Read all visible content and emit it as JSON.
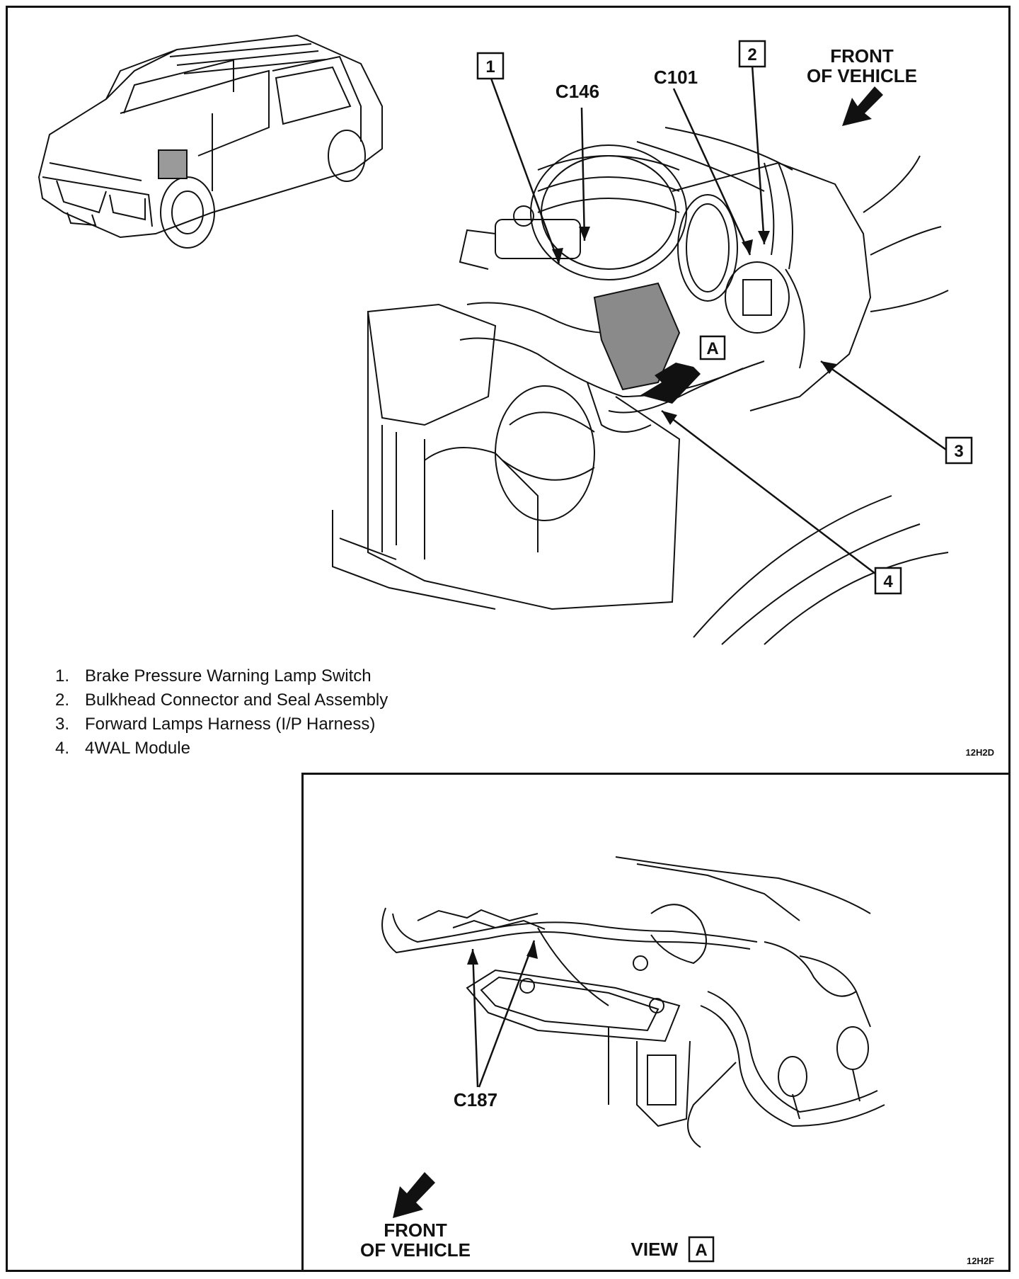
{
  "main_view": {
    "callouts": [
      "1",
      "2",
      "3",
      "4"
    ],
    "connectors": {
      "c146": "C146",
      "c101": "C101"
    },
    "view_marker": "A",
    "front_label_line1": "FRONT",
    "front_label_line2": "OF VEHICLE",
    "figure_code": "12H2D"
  },
  "legend": {
    "items": [
      {
        "num": "1.",
        "text": "Brake Pressure Warning Lamp Switch"
      },
      {
        "num": "2.",
        "text": "Bulkhead Connector and Seal Assembly"
      },
      {
        "num": "3.",
        "text": "Forward Lamps Harness (I/P Harness)"
      },
      {
        "num": "4.",
        "text": "4WAL Module"
      }
    ]
  },
  "detail_view": {
    "connector": "C187",
    "front_label_line1": "FRONT",
    "front_label_line2": "OF VEHICLE",
    "view_label": "VIEW",
    "view_marker": "A",
    "figure_code": "12H2F"
  }
}
